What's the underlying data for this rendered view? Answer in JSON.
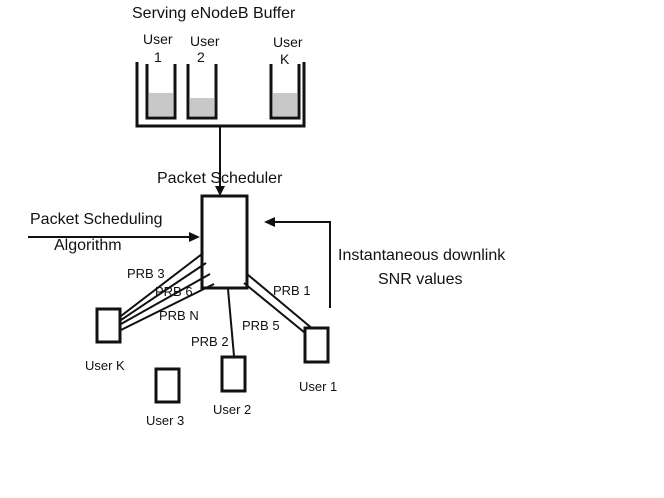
{
  "title": "Serving eNodeB Buffer",
  "buffer_users": [
    {
      "name": "User",
      "index": "1",
      "fill": 0.45
    },
    {
      "name": "User",
      "index": "2",
      "fill": 0.35
    },
    {
      "name": "User",
      "index": "K",
      "fill": 0.45
    }
  ],
  "scheduler_label": "Packet Scheduler",
  "algorithm_label": [
    "Packet Scheduling",
    "Algorithm"
  ],
  "snr_label": [
    "Instantaneous downlink",
    "SNR values"
  ],
  "prb_labels": {
    "prb3": "PRB 3",
    "prb6": "PRB 6",
    "prbN": "PRB N",
    "prb1": "PRB 1",
    "prb5": "PRB 5",
    "prb2": "PRB 2"
  },
  "users": {
    "userK": "User K",
    "user3": "User 3",
    "user2": "User 2",
    "user1": "User 1"
  },
  "colors": {
    "line": "#111111",
    "buffer_fill": "#c8c8c8"
  }
}
